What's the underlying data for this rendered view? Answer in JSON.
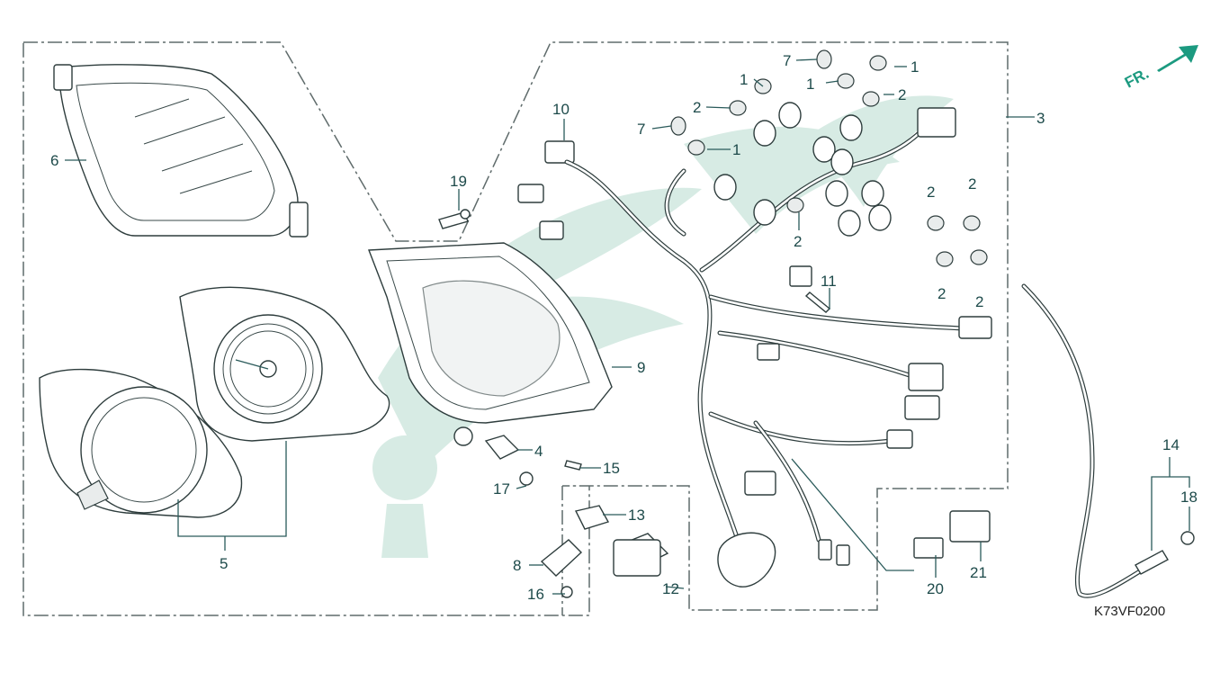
{
  "diagram": {
    "part_code": "K73VF0200",
    "direction_label": "FR.",
    "callouts": [
      {
        "id": "c1a",
        "text": "1"
      },
      {
        "id": "c1b",
        "text": "1"
      },
      {
        "id": "c1c",
        "text": "1"
      },
      {
        "id": "c1d",
        "text": "1"
      },
      {
        "id": "c2a",
        "text": "2"
      },
      {
        "id": "c2b",
        "text": "2"
      },
      {
        "id": "c2c",
        "text": "2"
      },
      {
        "id": "c2d",
        "text": "2"
      },
      {
        "id": "c2e",
        "text": "2"
      },
      {
        "id": "c2f",
        "text": "2"
      },
      {
        "id": "c2g",
        "text": "2"
      },
      {
        "id": "c3",
        "text": "3"
      },
      {
        "id": "c4",
        "text": "4"
      },
      {
        "id": "c5",
        "text": "5"
      },
      {
        "id": "c6",
        "text": "6"
      },
      {
        "id": "c7a",
        "text": "7"
      },
      {
        "id": "c7b",
        "text": "7"
      },
      {
        "id": "c8",
        "text": "8"
      },
      {
        "id": "c9",
        "text": "9"
      },
      {
        "id": "c10",
        "text": "10"
      },
      {
        "id": "c11",
        "text": "11"
      },
      {
        "id": "c12",
        "text": "12"
      },
      {
        "id": "c13",
        "text": "13"
      },
      {
        "id": "c14",
        "text": "14"
      },
      {
        "id": "c15",
        "text": "15"
      },
      {
        "id": "c16",
        "text": "16"
      },
      {
        "id": "c17",
        "text": "17"
      },
      {
        "id": "c18",
        "text": "18"
      },
      {
        "id": "c19",
        "text": "19"
      },
      {
        "id": "c20",
        "text": "20"
      },
      {
        "id": "c21",
        "text": "21"
      }
    ]
  },
  "colors": {
    "accent_arrow": "#1c9a80",
    "watermark": "#d7ebe4",
    "line": "#2e3d3d"
  }
}
